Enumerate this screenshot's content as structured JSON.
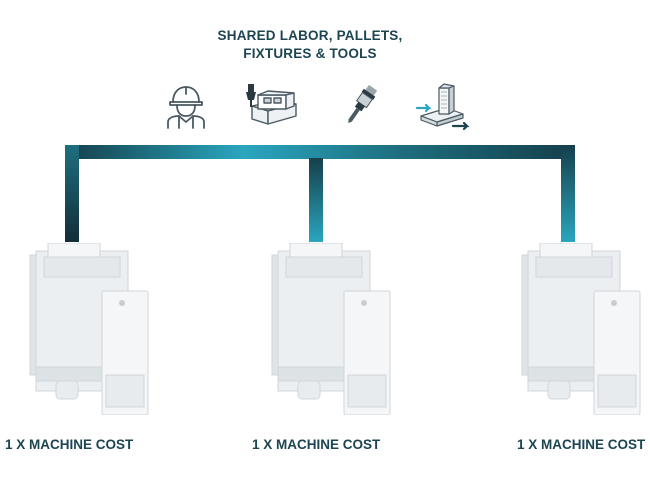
{
  "heading": {
    "line1": "SHARED LABOR, PALLETS,",
    "line2": "FIXTURES & TOOLS"
  },
  "icons": [
    "worker-icon",
    "fixture-icon",
    "tool-icon",
    "pallet-icon"
  ],
  "machines": [
    {
      "label": "1 X MACHINE COST"
    },
    {
      "label": "1 X MACHINE COST"
    },
    {
      "label": "1 X MACHINE COST"
    }
  ],
  "colors": {
    "text": "#1c4451",
    "connector_dark": "#153f4b",
    "connector_light": "#2aa6be",
    "machine_body": "#eceff1"
  }
}
